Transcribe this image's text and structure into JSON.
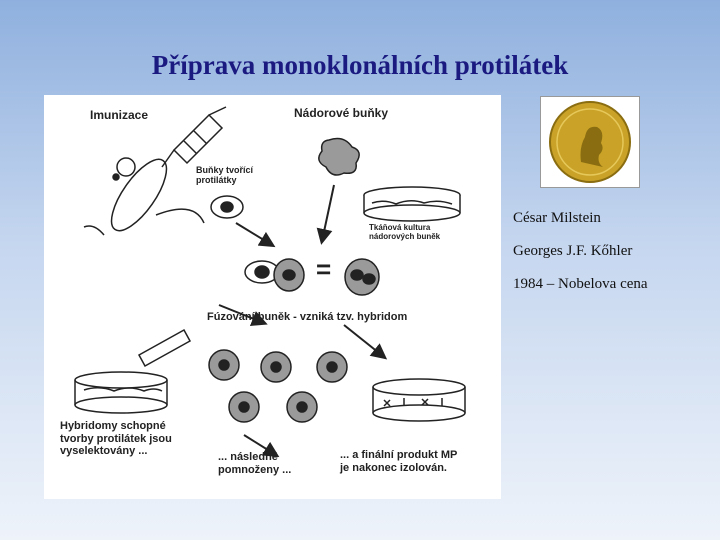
{
  "slide": {
    "title": "Příprava monoklonálních protilátek",
    "diagram": {
      "immunization": "Imunizace",
      "tumor_cells": "Nádorové buňky",
      "antibody_cells": "Buňky tvořící\nprotilátky",
      "tumor_culture": "Tkáňová kultura\nnádorových buněk",
      "fusion": "Fúzování buněk - vzniká tzv. hybridom",
      "selected": "Hybridomy schopné\ntvorby protilátek jsou\nvyselektovány ...",
      "multiplied": "... následně\npomnoženy ...",
      "final": "... a finální produkt MP\nje nakonec izolován.",
      "equals": "="
    },
    "laureates": [
      "César Milstein",
      "Georges J.F. Kőhler"
    ],
    "award": "1984 – Nobelova cena",
    "colors": {
      "title": "#1a1a80",
      "gold": "#c9a227"
    },
    "icons": [
      "nobel-medal-icon",
      "mouse-icon",
      "syringe-icon",
      "petri-dish-icon"
    ]
  }
}
